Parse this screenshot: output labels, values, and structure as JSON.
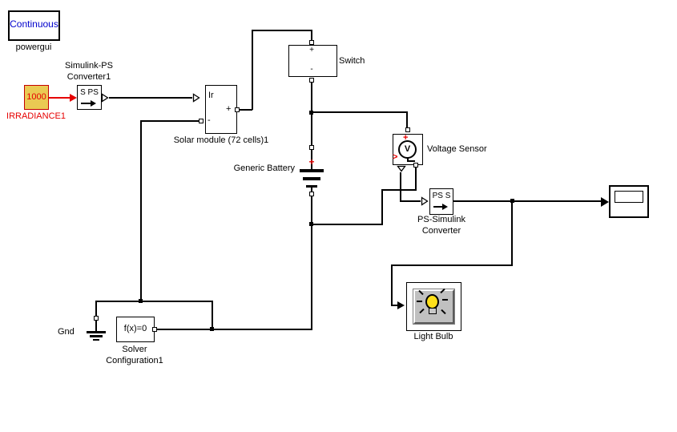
{
  "colors": {
    "background": "#FFFFFF",
    "wire": "#000000",
    "signal_red": "#E60000",
    "irradiance_fill": "#EACA53",
    "irradiance_border": "#C40000",
    "powergui_text_blue": "#0000CC",
    "button_gray": "#C0C0C0",
    "bulb_yellow": "#FFE01A"
  },
  "powergui": {
    "text": "Continuous",
    "label": "powergui"
  },
  "irradiance": {
    "value": "1000",
    "label": "IRRADIANCE1"
  },
  "sps_converter": {
    "text": "S PS",
    "label1": "Simulink-PS",
    "label2": "Converter1"
  },
  "solar": {
    "ir": "Ir",
    "plus": "+",
    "minus": "-",
    "label": "Solar module (72 cells)1"
  },
  "switch": {
    "plus": "+",
    "minus": "-",
    "label": "Switch"
  },
  "battery": {
    "plus": "+",
    "label": "Generic Battery"
  },
  "sensor": {
    "v": "V",
    "plus": "+",
    "mark": ">",
    "label": "Voltage Sensor"
  },
  "pss_converter": {
    "text": "PS S",
    "label1": "PS-Simulink",
    "label2": "Converter"
  },
  "bulb": {
    "label": "Light Bulb"
  },
  "gnd": {
    "label": "Gnd"
  },
  "solver": {
    "text": "f(x)=0",
    "label1": "Solver",
    "label2": "Configuration1"
  }
}
